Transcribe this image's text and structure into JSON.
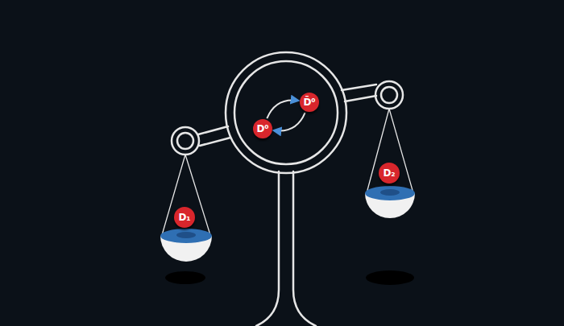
{
  "diagram": {
    "nodes": [
      {
        "text": [
          "D⁰"
        ]
      },
      {
        "text": [
          "D̄⁰"
        ]
      },
      {
        "text": [
          "D₁"
        ]
      },
      {
        "text": [
          "D₂"
        ]
      }
    ],
    "edges": [
      {
        "from": 0,
        "to": 1,
        "arrow": "to"
      },
      {
        "from": 1,
        "to": 0,
        "arrow": "to"
      }
    ]
  }
}
